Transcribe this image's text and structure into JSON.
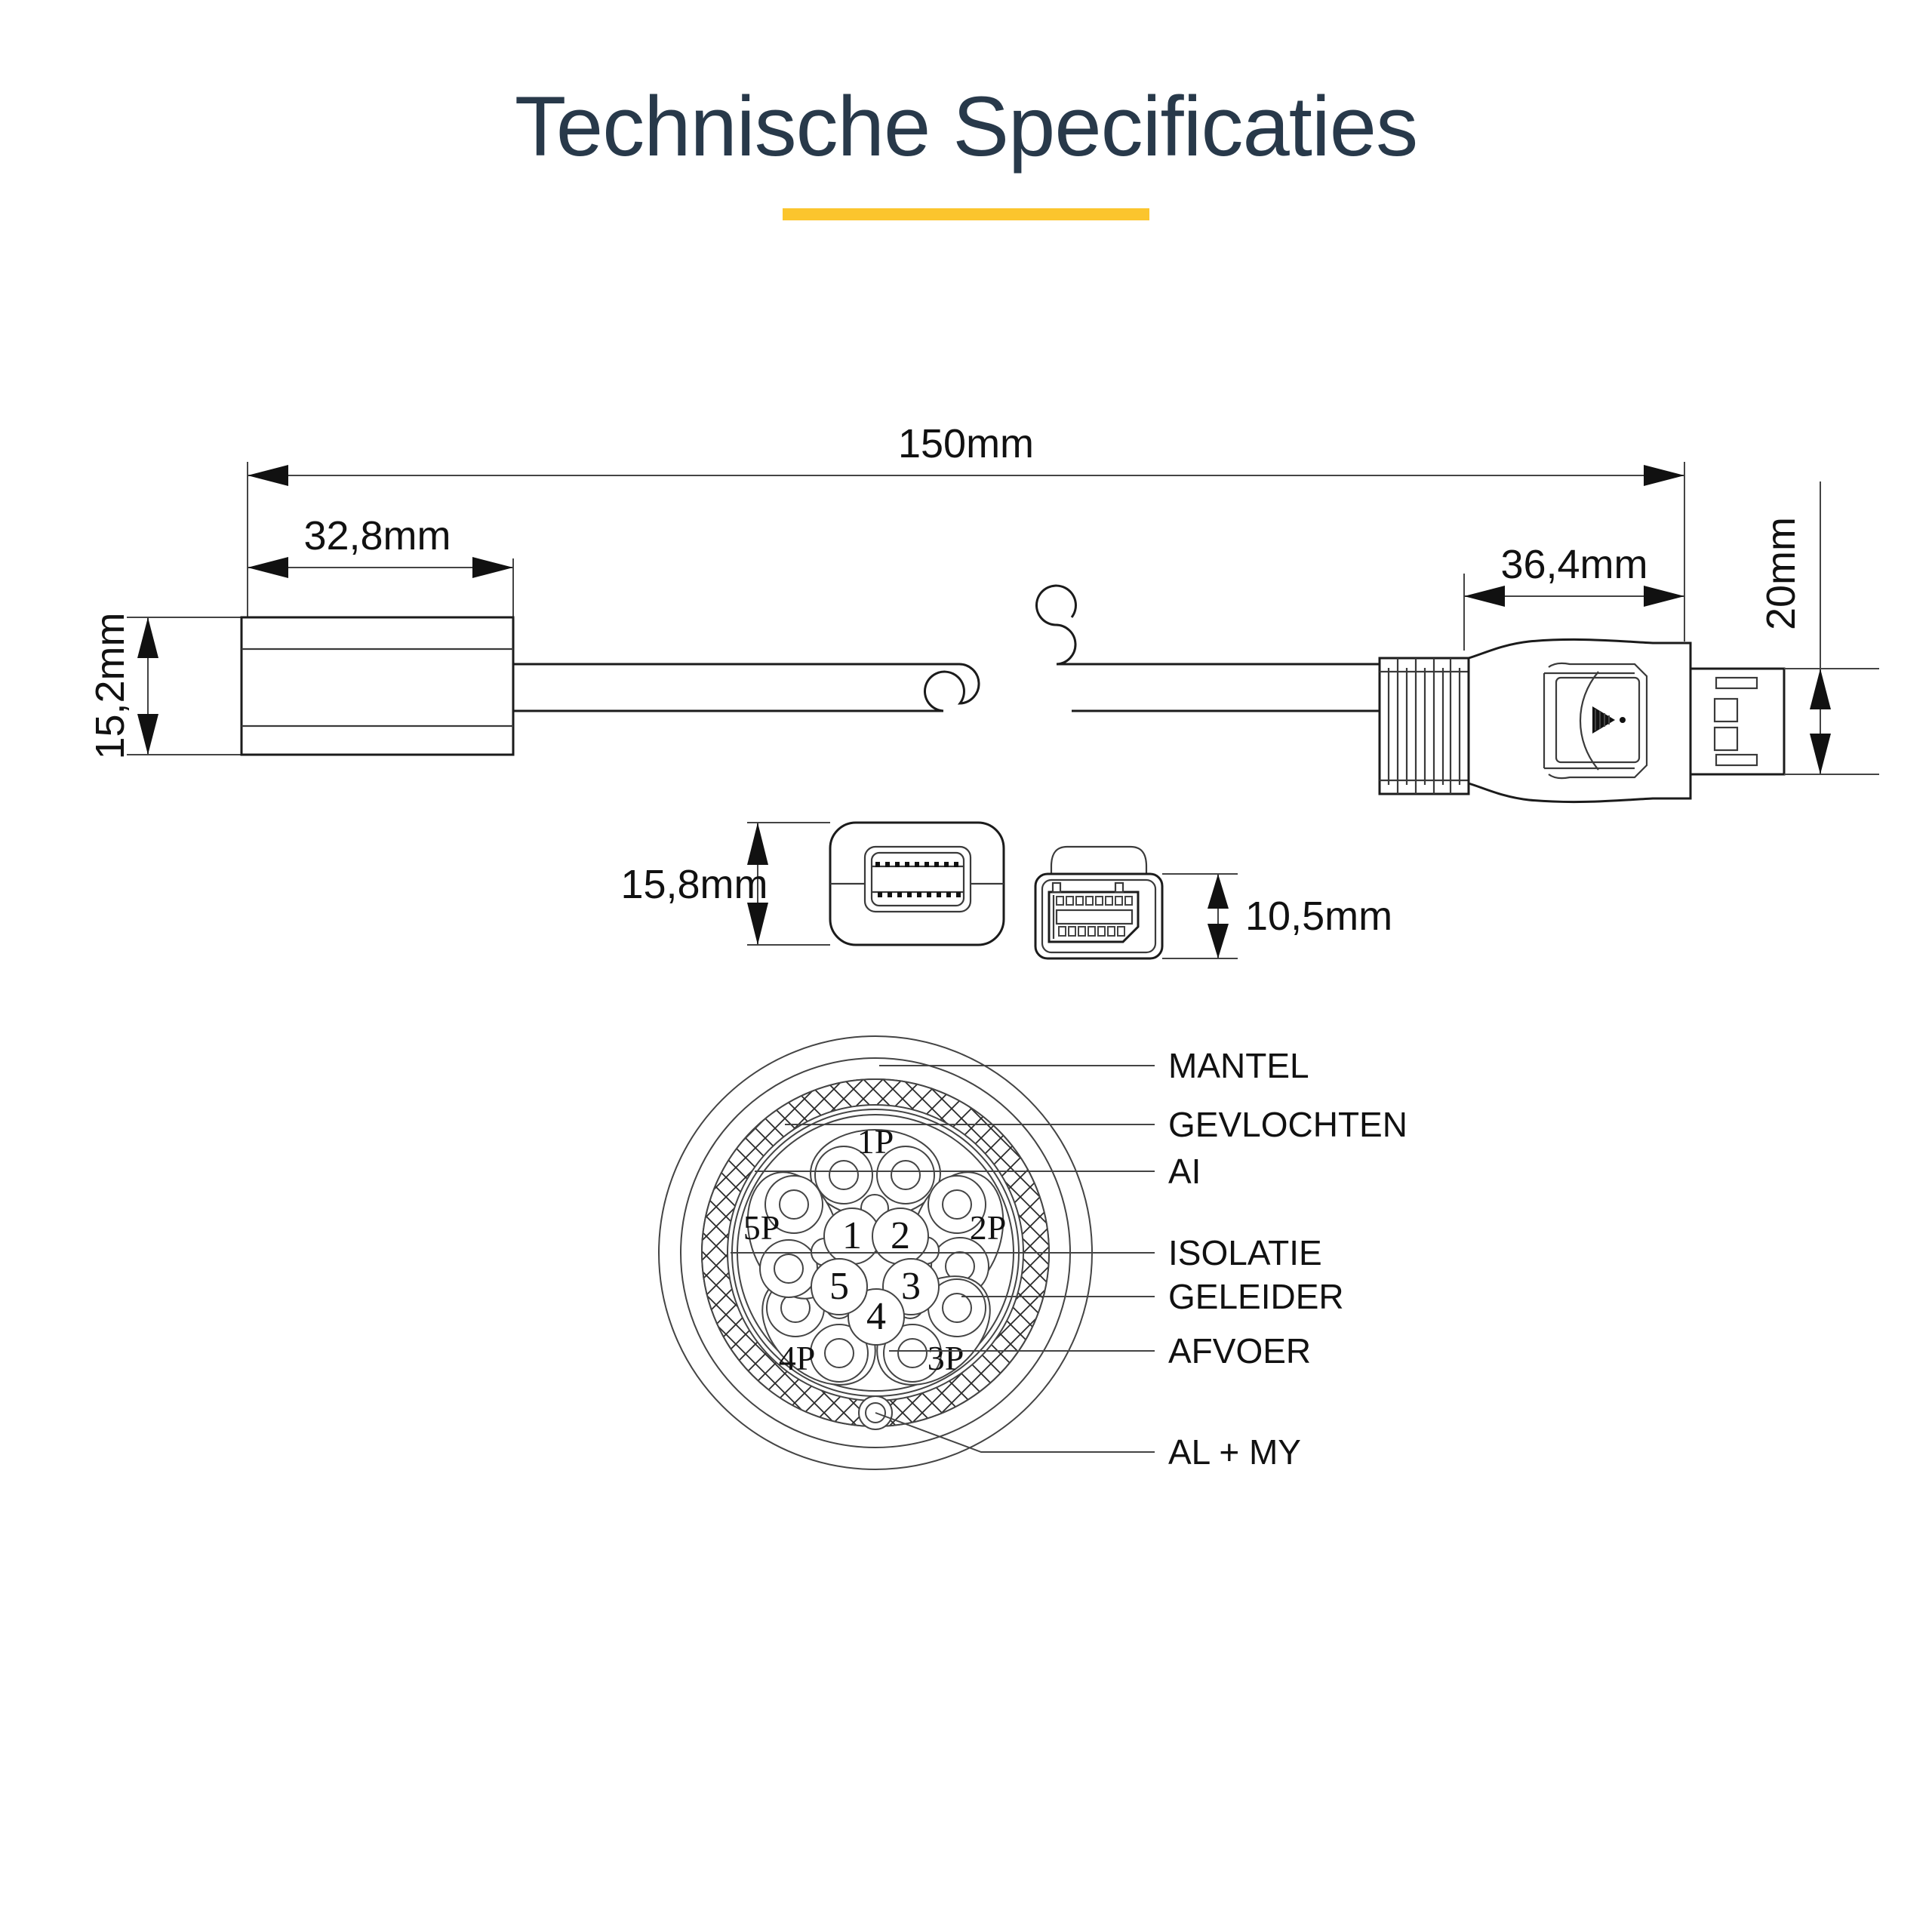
{
  "title": "Technische Specificaties",
  "accent_color": "#fbc52d",
  "title_color": "#28394a",
  "line_color": "#1b1b1b",
  "dimensions": {
    "overall_length": "150mm",
    "left_body_length": "32,8mm",
    "left_body_height": "15,2mm",
    "right_connector_length": "36,4mm",
    "right_connector_height": "20mm",
    "mini_dp_face_height": "15,8mm",
    "mini_dp_end_height": "10,5mm"
  },
  "cable_cross_section": {
    "pair_labels": [
      "1P",
      "2P",
      "3P",
      "4P",
      "5P"
    ],
    "conductor_numbers": [
      "1",
      "2",
      "3",
      "4",
      "5"
    ],
    "callouts": [
      "MANTEL",
      "GEVLOCHTEN",
      "AI",
      "ISOLATIE",
      "GELEIDER",
      "AFVOER",
      "AL + MY"
    ]
  }
}
